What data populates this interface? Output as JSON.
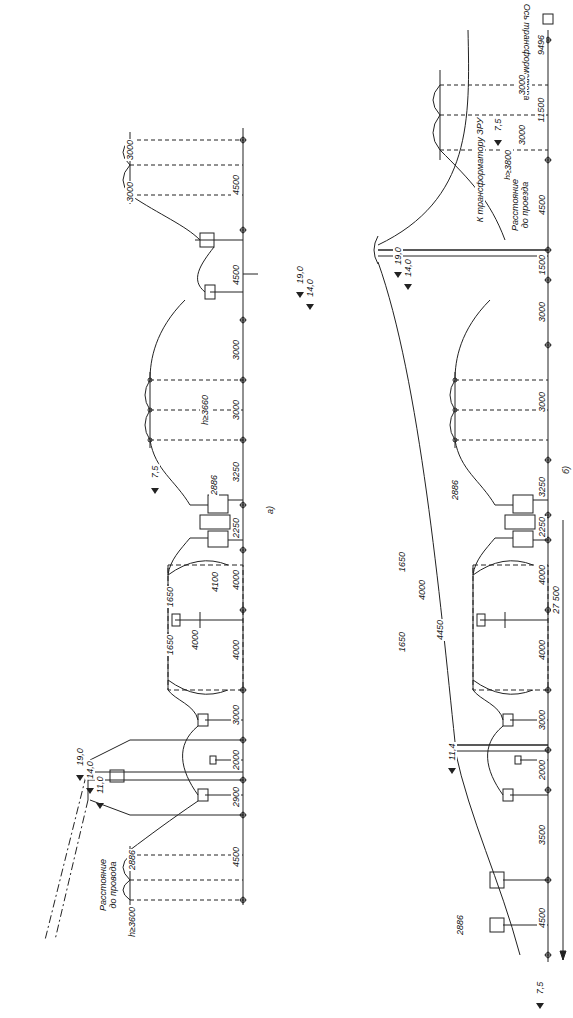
{
  "diagram": {
    "labels": [
      "3000",
      "3000",
      "4500",
      "4500",
      "19,0",
      "14,0",
      "h≥3660",
      "3000",
      "3000",
      "7,5",
      "2886",
      "3250",
      "2250",
      "4100",
      "1650",
      "4000",
      "4000",
      "1650",
      "4000",
      "3000",
      "2000",
      "2900",
      "19,0",
      "14,0",
      "11,0",
      "4500",
      "2886",
      "Расстояние до провода",
      "h≥3600",
      "a)",
      "Ось трансформатора",
      "9496",
      "К трансформатору ЗРУ",
      "3000",
      "7,5",
      "3000",
      "h≥3800",
      "Расстояние до проезда",
      "11500",
      "4500",
      "1500",
      "19,0",
      "14,0",
      "3000",
      "3000",
      "2886",
      "3250",
      "2250",
      "4000",
      "1650",
      "4000",
      "1650",
      "4450",
      "4000",
      "27 500",
      "б)",
      "3000",
      "11,4",
      "2000",
      "3500",
      "2886",
      "4500",
      "7,5"
    ]
  }
}
